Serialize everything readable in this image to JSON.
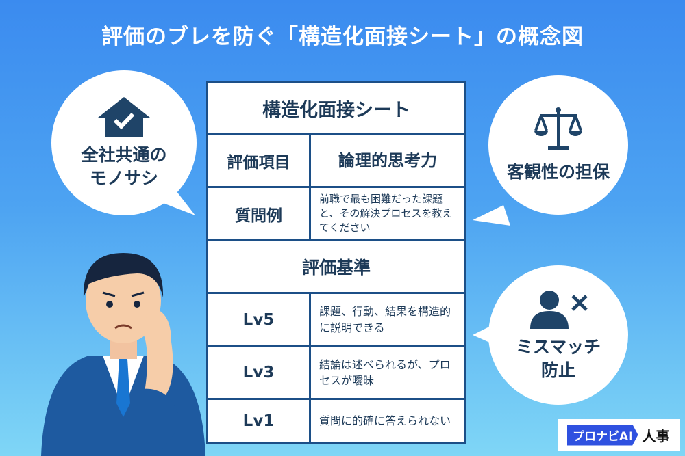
{
  "title": "評価のブレを防ぐ「構造化面接シート」の概念図",
  "sheet": {
    "heading": "構造化面接シート",
    "item_label": "評価項目",
    "item_value": "論理的思考力",
    "question_label": "質問例",
    "question_value": "前職で最も困難だった課題と、その解決プロセスを教えてください",
    "criteria_heading": "評価基準",
    "levels": [
      {
        "label": "Lv5",
        "desc": "課題、行動、結果を構造的に説明できる"
      },
      {
        "label": "Lv3",
        "desc": "結論は述べられるが、プロセスが曖昧"
      },
      {
        "label": "Lv1",
        "desc": "質問に的確に答えられない"
      }
    ]
  },
  "bubbles": {
    "left_line1": "全社共通の",
    "left_line2": "モノサシ",
    "right_top": "客観性の担保",
    "right_bottom_line1": "ミスマッチ",
    "right_bottom_line2": "防止"
  },
  "logo": {
    "brand": "プロナビAI",
    "suffix": "人事"
  },
  "colors": {
    "accent": "#1c4f87",
    "text": "#1d3a58",
    "logo": "#2f51e0"
  }
}
